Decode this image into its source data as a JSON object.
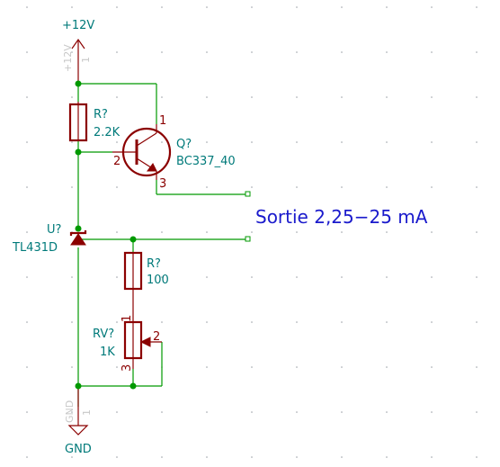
{
  "power": {
    "vcc_label": "+12V",
    "vcc_pin_name": "+12V",
    "vcc_pin_number": "1",
    "gnd_label": "GND",
    "gnd_pin_name": "GND",
    "gnd_pin_number": "1"
  },
  "r1": {
    "ref": "R?",
    "value": "2.2K"
  },
  "q1": {
    "ref": "Q?",
    "value": "BC337_40",
    "pin_collector": "1",
    "pin_base": "2",
    "pin_emitter": "3"
  },
  "u1": {
    "ref": "U?",
    "value": "TL431D"
  },
  "r2": {
    "ref": "R?",
    "value": "100"
  },
  "rv1": {
    "ref": "RV?",
    "value": "1K",
    "pin1": "1",
    "pin2": "2",
    "pin3": "3"
  },
  "output_note": "Sortie 2,25−25 mA",
  "colors": {
    "wire": "#009900",
    "component": "#8b0000",
    "reference": "#007a7a",
    "note": "#1a1acc"
  }
}
